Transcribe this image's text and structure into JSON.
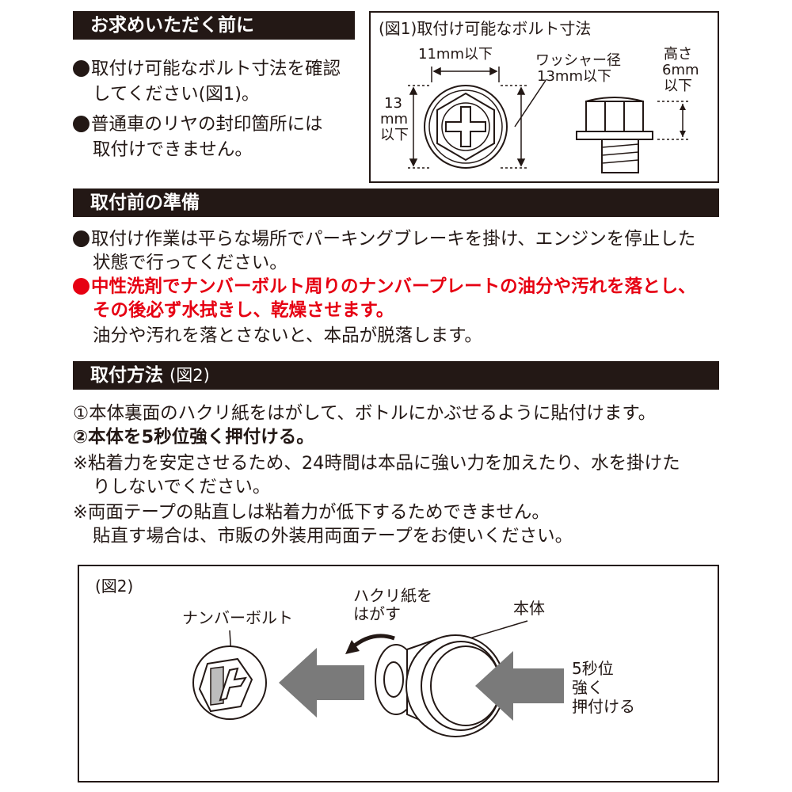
{
  "section1": {
    "title": "お求めいただく前に",
    "items": [
      {
        "lines": [
          "取付け可能なボルト寸法を確認",
          "してください(図1)。"
        ]
      },
      {
        "lines": [
          "普通車のリヤの封印箇所には",
          "取付けできません。"
        ]
      }
    ]
  },
  "fig1": {
    "title": "(図1)取付け可能なボルト寸法",
    "width_label": "11mm以下",
    "height_label_1": "13",
    "height_label_2": "mm",
    "height_label_3": "以下",
    "washer_label_1": "ワッシャー径",
    "washer_label_2": "13mm以下",
    "tall_label_1": "高さ",
    "tall_label_2": "6mm",
    "tall_label_3": "以下"
  },
  "section2": {
    "title": "取付前の準備",
    "item1": [
      "取付け作業は平らな場所でパーキングブレーキを掛け、エンジンを停止した",
      "状態で行ってください。"
    ],
    "item2_red": [
      "中性洗剤でナンバーボルト周りのナンバープレートの油分や汚れを落とし、",
      "その後必ず水拭きし、乾燥させます。"
    ],
    "item2_note": "油分や汚れを落とさないと、本品が脱落します。"
  },
  "section3": {
    "title": "取付方法",
    "title_sub": "(図2)",
    "step1": "①本体裏面のハクリ紙をはがして、ボトルにかぶせるように貼付けます。",
    "step2": "②本体を5秒位強く押付ける。",
    "note1": [
      "※粘着力を安定させるため、24時間は本品に強い力を加えたり、水を掛けた",
      "りしないでください。"
    ],
    "note2": [
      "※両面テープの貼直しは粘着力が低下するためできません。",
      "貼直す場合は、市販の外装用両面テープをお使いください。"
    ]
  },
  "fig2": {
    "title": "(図2)",
    "bolt_label": "ナンバーボルト",
    "peel_label_1": "ハクリ紙を",
    "peel_label_2": "はがす",
    "body_label": "本体",
    "press_label_1": "5秒位",
    "press_label_2": "強く",
    "press_label_3": "押付ける"
  },
  "colors": {
    "ink": "#231815",
    "warning_red": "#e60012",
    "arrow_gray": "#7a7a7a"
  }
}
